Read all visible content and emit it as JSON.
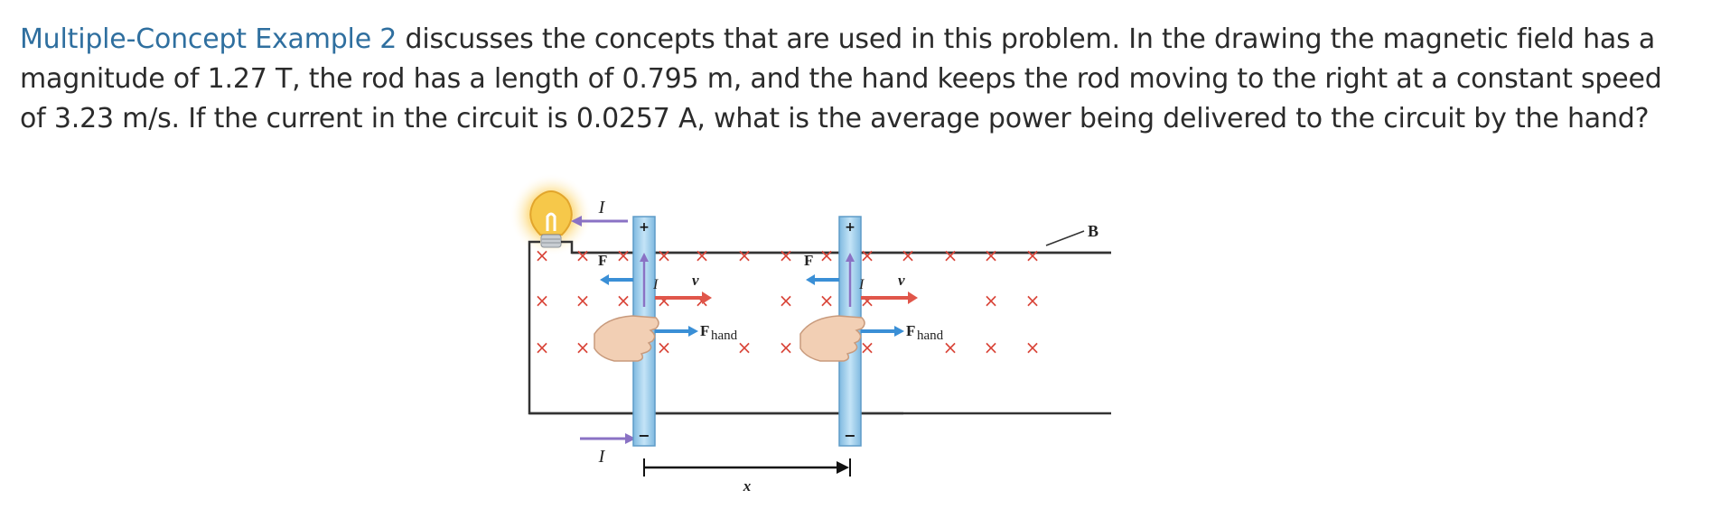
{
  "problem": {
    "link_text": "Multiple-Concept Example 2",
    "text": " discusses the concepts that are used in this problem. In the drawing the magnetic field has a magnitude of 1.27 T, the rod has a length of 0.795 m, and the hand keeps the rod moving to the right at a constant speed of 3.23 m/s. If the current in the circuit is 0.0257 A, what is the average power being delivered to the circuit by the hand?"
  },
  "figure": {
    "label_current": "I",
    "label_force": "F",
    "label_velocity": "v",
    "label_hand_force": "F",
    "label_hand_sub": "hand",
    "label_field": "B",
    "label_displacement": "x",
    "label_plus": "+",
    "label_minus": "−",
    "field_mark": "×",
    "colors": {
      "field_x": "#d9463a",
      "current_arrow": "#8a72c4",
      "force_arrow": "#3a8fd6",
      "velocity_arrow": "#e0564a",
      "rod": "#a8d3ef",
      "bulb": "#f6c84a"
    }
  }
}
